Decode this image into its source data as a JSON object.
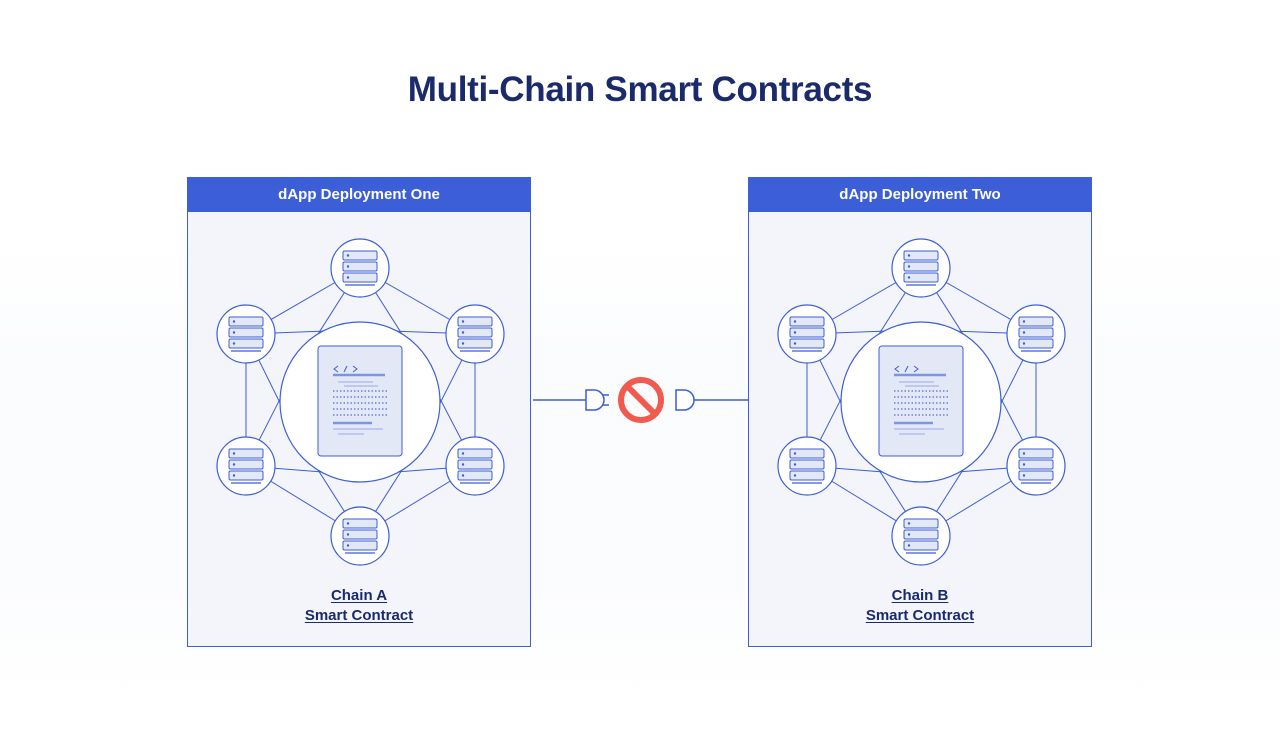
{
  "title": "Multi-Chain Smart Contracts",
  "panels": [
    {
      "header": "dApp Deployment One",
      "chain": "Chain A",
      "contract": "Smart Contract"
    },
    {
      "header": "dApp Deployment Two",
      "chain": "Chain B",
      "contract": "Smart Contract"
    }
  ],
  "colors": {
    "primary": "#3c5ed6",
    "title": "#1b2a6b",
    "panel_bg": "#f3f5fb",
    "blocked": "#f15a4f"
  },
  "icons": {
    "node": "server-stack-icon",
    "contract": "code-document-icon",
    "blocked": "prohibited-icon",
    "plug": "plug-icon",
    "socket": "socket-icon"
  }
}
